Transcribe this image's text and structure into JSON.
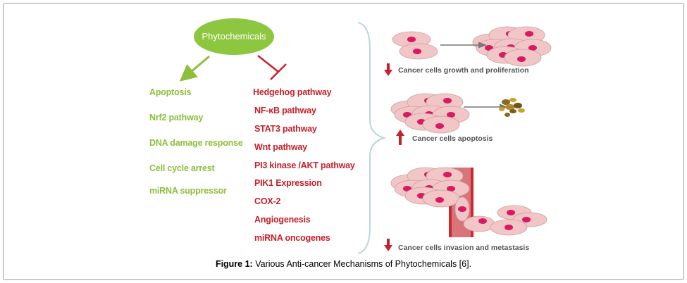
{
  "center_node": "Phytochemicals",
  "activated": [
    "Apoptosis",
    "Nrf2 pathway",
    "DNA damage response",
    "Cell cycle arrest",
    "miRNA suppressor"
  ],
  "inhibited": [
    "Hedgehog pathway",
    "NF-κB  pathway",
    "STAT3 pathway",
    "Wnt pathway",
    "PI3 kinase /AKT pathway",
    "PIK1 Expression",
    "COX-2",
    "Angiogenesis",
    "miRNA oncogenes"
  ],
  "effects": [
    {
      "label": "Cancer cells growth and proliferation",
      "direction": "down"
    },
    {
      "label": "Cancer cells apoptosis",
      "direction": "up"
    },
    {
      "label": "Cancer cells invasion and metastasis",
      "direction": "down"
    }
  ],
  "caption": {
    "prefix": "Figure 1:",
    "text": " Various Anti-cancer Mechanisms of Phytochemicals [6]."
  },
  "colors": {
    "activate": "#8dbf3a",
    "inhibit": "#c8202a",
    "cell": "#f2c6c6",
    "nucleus": "#d81b60",
    "brace": "#b7d7de"
  }
}
